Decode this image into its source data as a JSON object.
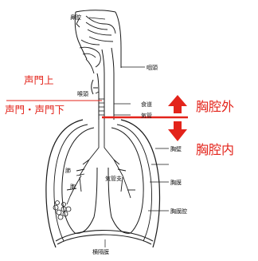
{
  "anatomy_labels": {
    "nasal_cavity": "鼻腔",
    "pharynx": "咽頭",
    "larynx": "喉頭",
    "esophagus": "食道",
    "trachea": "気管",
    "chest_wall": "胸壁",
    "lung": "肺",
    "alveoli": "胞",
    "bronchus": "気管支",
    "pleura": "胸膜",
    "pleural_cavity": "胸膜腔",
    "diaphragm": "横隔膜"
  },
  "annotations": {
    "supraglottic": "声門上",
    "glottic_subglottic": "声門・声門下",
    "extrathoracic": "胸腔外",
    "intrathoracic": "胸腔内"
  },
  "colors": {
    "annotation_red": "#e3241b",
    "line_dark": "#1a1a1a"
  }
}
